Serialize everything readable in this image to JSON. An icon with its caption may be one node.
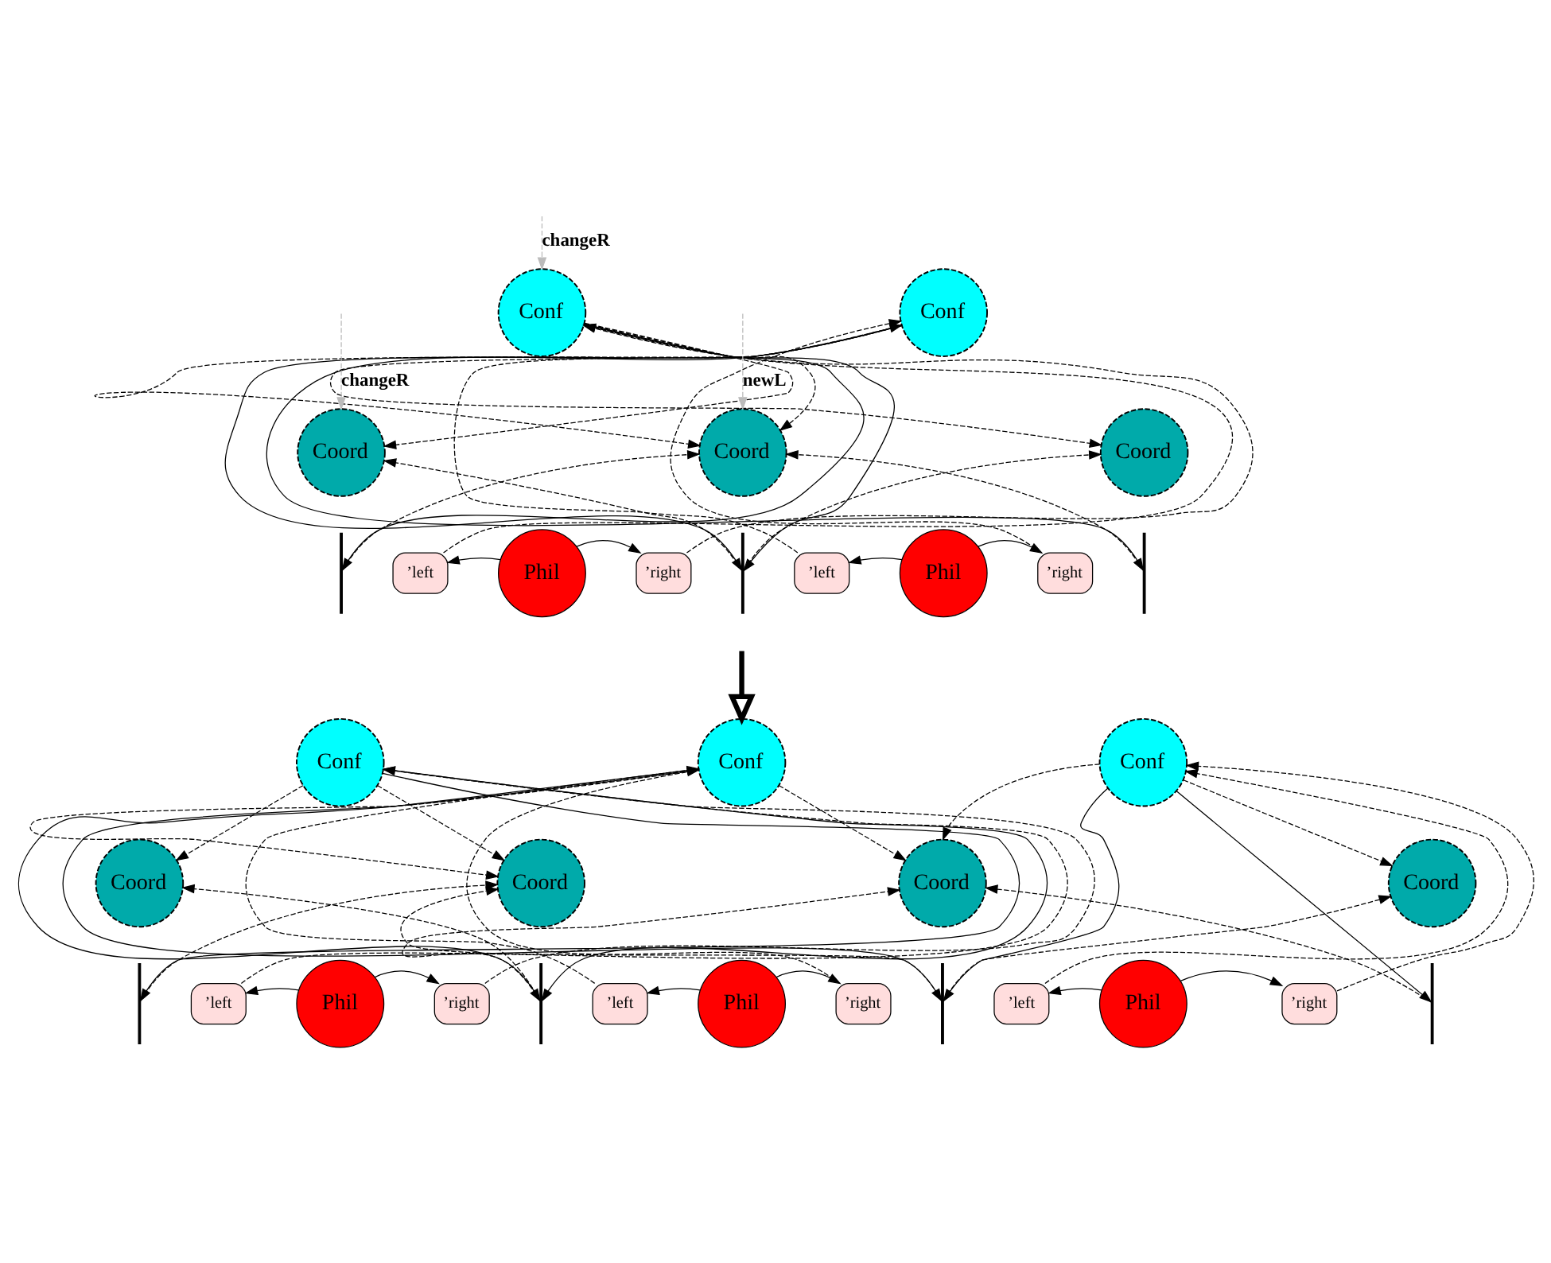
{
  "diagram": {
    "nodes": [
      {
        "text": [
          "Conf"
        ]
      },
      {
        "text": [
          "Conf"
        ]
      },
      {
        "text": [
          "Coord"
        ]
      },
      {
        "text": [
          "Coord"
        ]
      },
      {
        "text": [
          "Coord"
        ]
      },
      {
        "text": [],
        "shape": "bar"
      },
      {
        "text": [],
        "shape": "bar"
      },
      {
        "text": [],
        "shape": "bar"
      },
      {
        "text": [
          "’left"
        ]
      },
      {
        "text": [
          "Phil"
        ]
      },
      {
        "text": [
          "’right"
        ]
      },
      {
        "text": [
          "’left"
        ]
      },
      {
        "text": [
          "Phil"
        ]
      },
      {
        "text": [
          "’right"
        ]
      },
      {
        "text": [
          "Conf"
        ]
      },
      {
        "text": [
          "Conf"
        ]
      },
      {
        "text": [
          "Conf"
        ]
      },
      {
        "text": [
          "Coord"
        ]
      },
      {
        "text": [
          "Coord"
        ]
      },
      {
        "text": [
          "Coord"
        ]
      },
      {
        "text": [
          "Coord"
        ]
      },
      {
        "text": [],
        "shape": "bar"
      },
      {
        "text": [],
        "shape": "bar"
      },
      {
        "text": [],
        "shape": "bar"
      },
      {
        "text": [],
        "shape": "bar"
      },
      {
        "text": [
          "’left"
        ]
      },
      {
        "text": [
          "Phil"
        ]
      },
      {
        "text": [
          "’right"
        ]
      },
      {
        "text": [
          "’left"
        ]
      },
      {
        "text": [
          "Phil"
        ]
      },
      {
        "text": [
          "’right"
        ]
      },
      {
        "text": [
          "’left"
        ]
      },
      {
        "text": [
          "Phil"
        ]
      },
      {
        "text": [
          "’right"
        ]
      }
    ],
    "edges": [
      {
        "from": null,
        "to": 2,
        "arrow": "to",
        "label": "changeR",
        "style": "dashed",
        "color": "#bbbbbb"
      },
      {
        "from": null,
        "to": 0,
        "arrow": "to",
        "label": "changeR",
        "style": "dashed",
        "color": "#bbbbbb"
      },
      {
        "from": null,
        "to": 3,
        "arrow": "to",
        "label": "newL",
        "style": "dashed",
        "color": "#bbbbbb"
      },
      {
        "from": 0,
        "to": 2,
        "arrow": "to",
        "style": "dashed"
      },
      {
        "from": 0,
        "to": 3,
        "arrow": "to",
        "style": "dashed"
      },
      {
        "from": 0,
        "to": 5,
        "arrow": "to"
      },
      {
        "from": 0,
        "to": 6,
        "arrow": "to"
      },
      {
        "from": 5,
        "to": 3,
        "arrow": "to",
        "style": "dashed"
      },
      {
        "from": 6,
        "to": 2,
        "arrow": "to",
        "style": "dashed"
      },
      {
        "from": 9,
        "to": 8,
        "arrow": "to"
      },
      {
        "from": 9,
        "to": 10,
        "arrow": "to"
      },
      {
        "from": 8,
        "to": 0,
        "arrow": "to",
        "style": "dashed"
      },
      {
        "from": 10,
        "to": 0,
        "arrow": "to",
        "style": "dashed"
      },
      {
        "from": 1,
        "to": 3,
        "arrow": "to",
        "style": "dashed"
      },
      {
        "from": 1,
        "to": 4,
        "arrow": "to",
        "style": "dashed"
      },
      {
        "from": 1,
        "to": 6,
        "arrow": "to"
      },
      {
        "from": 1,
        "to": 7,
        "arrow": "to"
      },
      {
        "from": 6,
        "to": 4,
        "arrow": "to",
        "style": "dashed"
      },
      {
        "from": 7,
        "to": 3,
        "arrow": "to",
        "style": "dashed"
      },
      {
        "from": 12,
        "to": 11,
        "arrow": "to"
      },
      {
        "from": 12,
        "to": 13,
        "arrow": "to"
      },
      {
        "from": 11,
        "to": 1,
        "arrow": "to",
        "style": "dashed"
      },
      {
        "from": 13,
        "to": 1,
        "arrow": "to",
        "style": "dashed"
      },
      {
        "from": null,
        "to": 15,
        "arrow": "to",
        "style": "thick"
      },
      {
        "from": 14,
        "to": 17,
        "arrow": "to",
        "style": "dashed"
      },
      {
        "from": 14,
        "to": 18,
        "arrow": "to",
        "style": "dashed"
      },
      {
        "from": 14,
        "to": 21,
        "arrow": "to"
      },
      {
        "from": 14,
        "to": 22,
        "arrow": "to"
      },
      {
        "from": 21,
        "to": 18,
        "arrow": "to",
        "style": "dashed"
      },
      {
        "from": 22,
        "to": 17,
        "arrow": "to",
        "style": "dashed"
      },
      {
        "from": 26,
        "to": 25,
        "arrow": "to"
      },
      {
        "from": 26,
        "to": 27,
        "arrow": "to"
      },
      {
        "from": 25,
        "to": 14,
        "arrow": "to",
        "style": "dashed"
      },
      {
        "from": 27,
        "to": 14,
        "arrow": "to",
        "style": "dashed"
      },
      {
        "from": 15,
        "to": 18,
        "arrow": "to",
        "style": "dashed"
      },
      {
        "from": 15,
        "to": 19,
        "arrow": "to",
        "style": "dashed"
      },
      {
        "from": 15,
        "to": 22,
        "arrow": "to"
      },
      {
        "from": 15,
        "to": 23,
        "arrow": "to"
      },
      {
        "from": 22,
        "to": 19,
        "arrow": "to",
        "style": "dashed"
      },
      {
        "from": 23,
        "to": 18,
        "arrow": "to",
        "style": "dashed"
      },
      {
        "from": 29,
        "to": 28,
        "arrow": "to"
      },
      {
        "from": 29,
        "to": 30,
        "arrow": "to"
      },
      {
        "from": 28,
        "to": 15,
        "arrow": "to",
        "style": "dashed"
      },
      {
        "from": 30,
        "to": 15,
        "arrow": "to",
        "style": "dashed"
      },
      {
        "from": 16,
        "to": 19,
        "arrow": "to",
        "style": "dashed"
      },
      {
        "from": 16,
        "to": 20,
        "arrow": "to",
        "style": "dashed"
      },
      {
        "from": 16,
        "to": 23,
        "arrow": "to"
      },
      {
        "from": 16,
        "to": 24,
        "arrow": "to"
      },
      {
        "from": 23,
        "to": 20,
        "arrow": "to",
        "style": "dashed"
      },
      {
        "from": 24,
        "to": 19,
        "arrow": "to",
        "style": "dashed"
      },
      {
        "from": 32,
        "to": 31,
        "arrow": "to"
      },
      {
        "from": 32,
        "to": 33,
        "arrow": "to"
      },
      {
        "from": 31,
        "to": 16,
        "arrow": "to",
        "style": "dashed"
      },
      {
        "from": 33,
        "to": 16,
        "arrow": "to",
        "style": "dashed"
      }
    ]
  }
}
